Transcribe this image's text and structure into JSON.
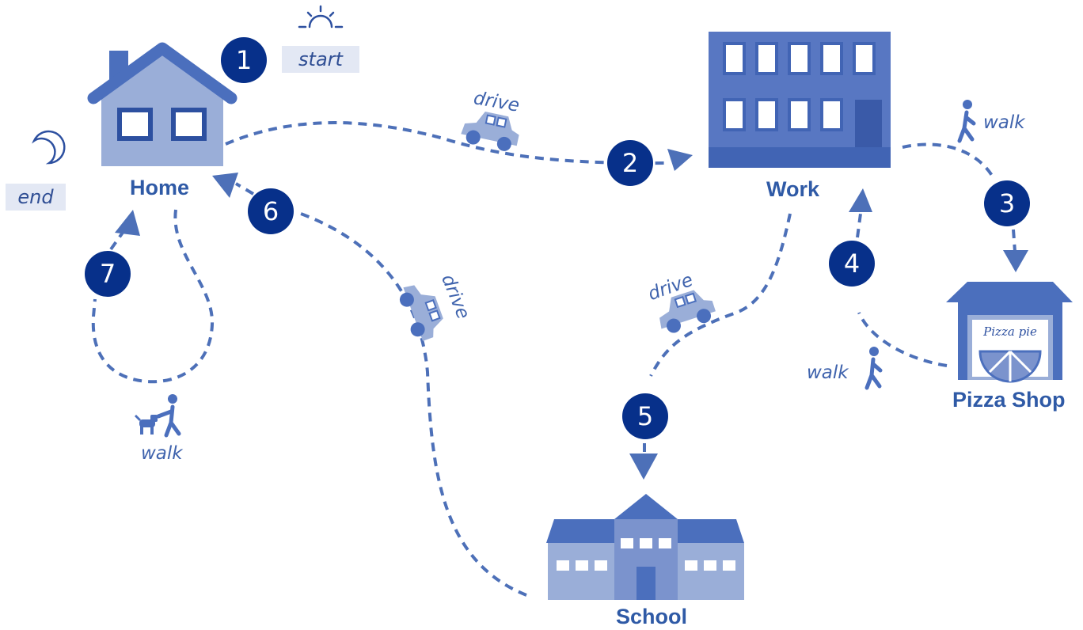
{
  "places": {
    "home": "Home",
    "work": "Work",
    "pizza_shop": "Pizza Shop",
    "school": "School",
    "pizza_sign": "Pizza pie"
  },
  "markers": {
    "start": "start",
    "end": "end"
  },
  "steps": [
    "1",
    "2",
    "3",
    "4",
    "5",
    "6",
    "7"
  ],
  "modes": {
    "drive_home_work": "drive",
    "walk_work_pizza": "walk",
    "walk_pizza_work": "walk",
    "drive_work_school": "drive",
    "drive_school_home": "drive",
    "walk_dog": "walk"
  },
  "colors": {
    "dark_badge": "#07308a",
    "building_dark": "#4b6fbd",
    "building_light": "#9aaed8",
    "path": "#4d70b8",
    "label": "#2f5aa6"
  }
}
